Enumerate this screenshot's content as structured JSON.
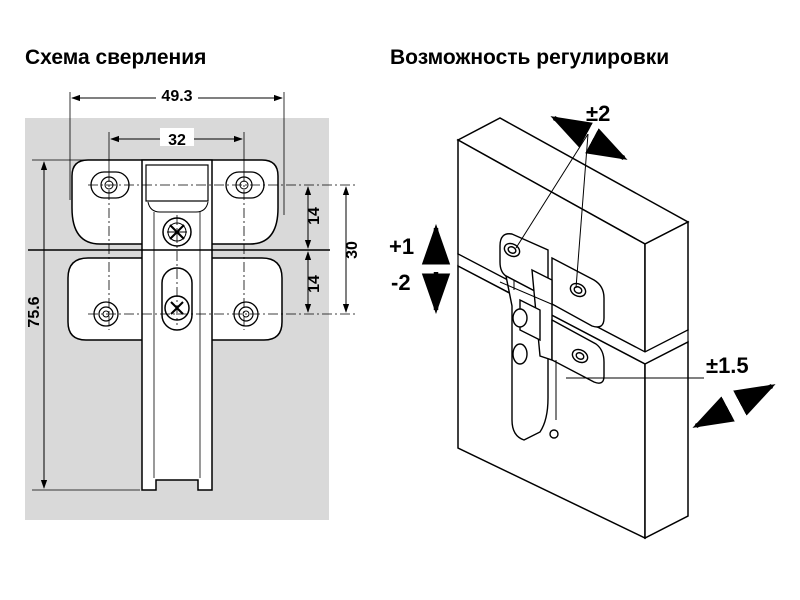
{
  "titles": {
    "left": "Схема сверления",
    "right": "Возможность регулировки"
  },
  "drilling": {
    "dim_width_outer": "49.3",
    "dim_width_inner": "32",
    "dim_height_total": "75.6",
    "dim_upper": "14",
    "dim_lower": "14",
    "dim_vertical_span": "30"
  },
  "adjustment": {
    "depth": "±2",
    "height_up": "+1",
    "height_down": "-2",
    "side": "±1.5"
  },
  "colors": {
    "panel_background": "#d9d9d9",
    "line": "#000000",
    "part_fill": "#ffffff"
  }
}
